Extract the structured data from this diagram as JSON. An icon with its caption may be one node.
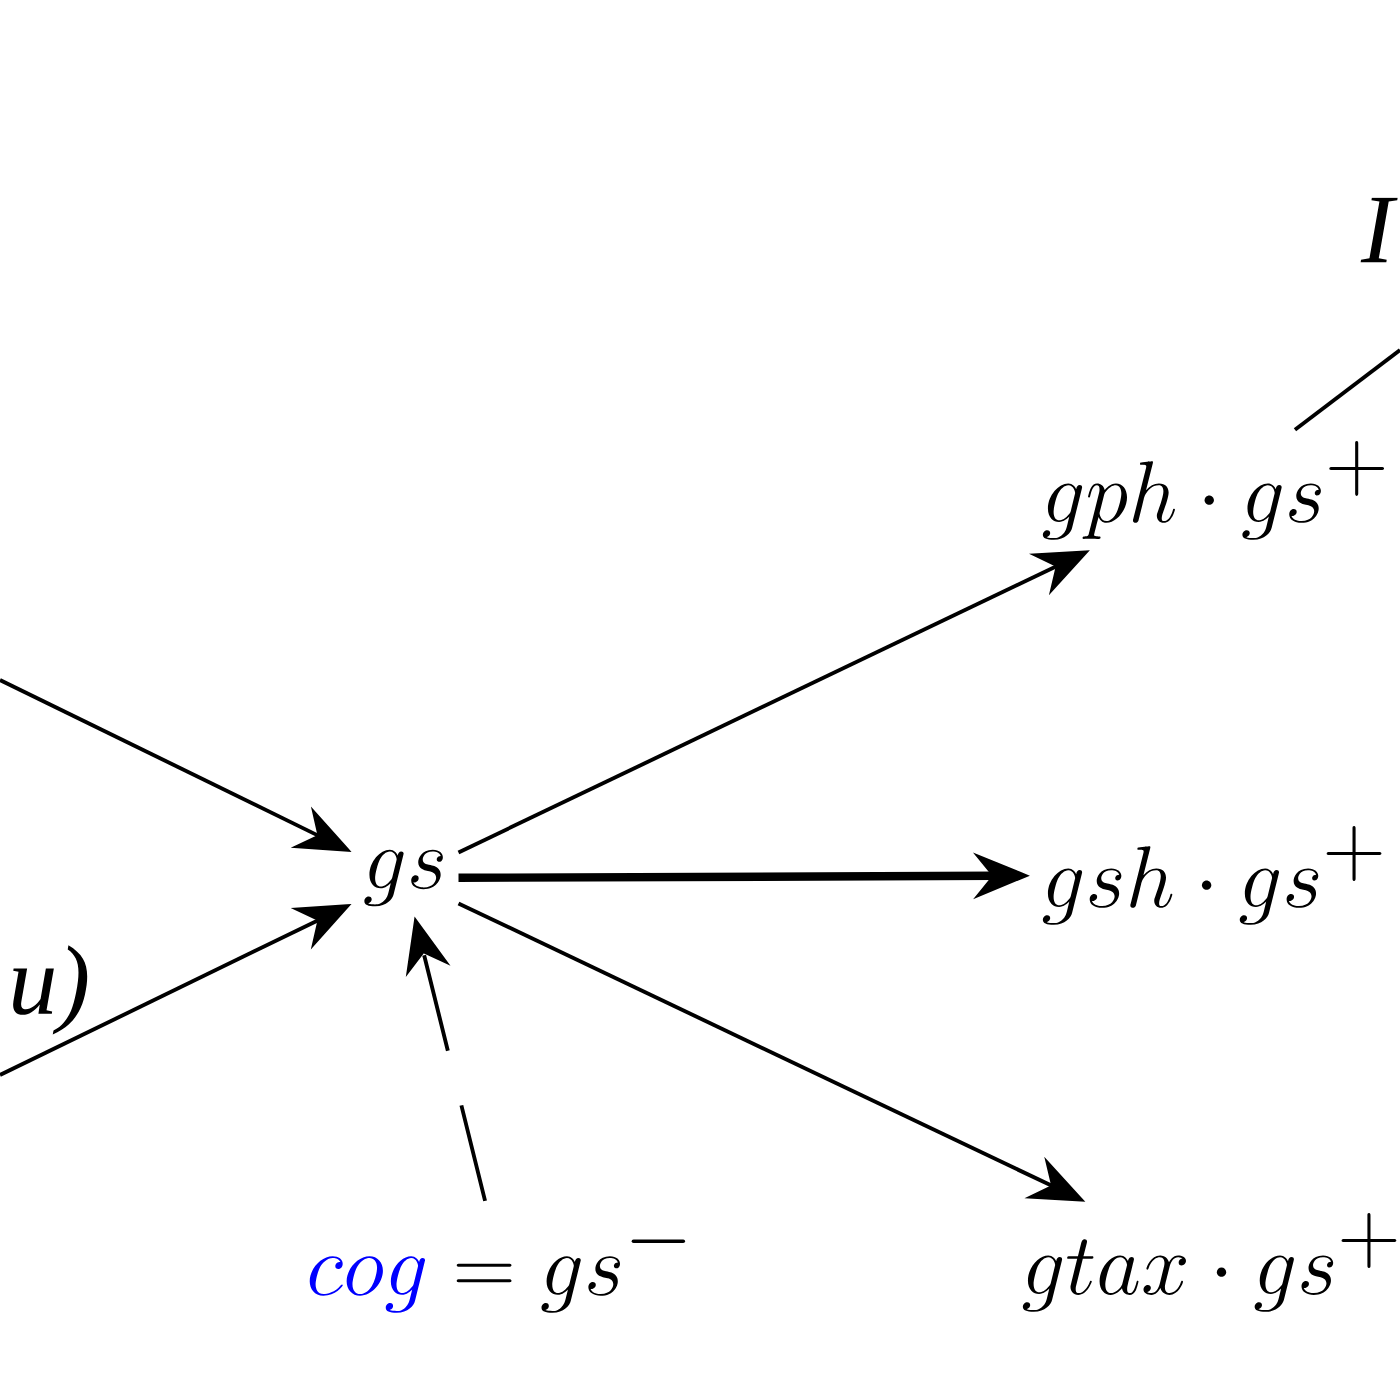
{
  "diagram": {
    "nodes": [
      {
        "text": [
          "gs"
        ]
      },
      {
        "text": [
          "gph \\cdot gs^+"
        ]
      },
      {
        "text": [
          "gsh \\cdot gs^+"
        ]
      },
      {
        "text": [
          "gtax \\cdot gs^+"
        ]
      },
      {
        "text": [
          "\\textcolor{blue}{cog} = gs^-"
        ]
      }
    ],
    "edges": [
      {
        "from": null,
        "to": 0,
        "arrow": "to"
      },
      {
        "from": null,
        "to": 0,
        "arrow": "to"
      },
      {
        "from": 0,
        "to": 1,
        "arrow": "to"
      },
      {
        "from": 0,
        "to": 2,
        "arrow": "to",
        "style": "thick"
      },
      {
        "from": 0,
        "to": 3,
        "arrow": "to"
      },
      {
        "from": 4,
        "to": 0,
        "arrow": "to",
        "style": "dashed"
      },
      {
        "from": 1,
        "to": null,
        "arrow": "none"
      }
    ],
    "labels": [
      "u)",
      "I"
    ]
  }
}
